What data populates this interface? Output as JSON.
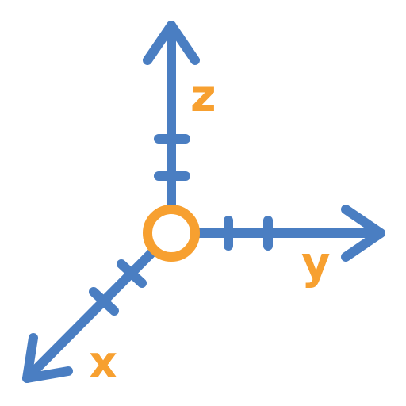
{
  "diagram": {
    "axes": [
      {
        "id": "z",
        "label": "z",
        "icon": "arrow-up-icon"
      },
      {
        "id": "y",
        "label": "y",
        "icon": "arrow-right-icon"
      },
      {
        "id": "x",
        "label": "x",
        "icon": "arrow-down-left-icon"
      }
    ],
    "origin_icon": "circle-icon",
    "colors": {
      "axis": "#4A7EC2",
      "accent": "#F7A030"
    }
  }
}
